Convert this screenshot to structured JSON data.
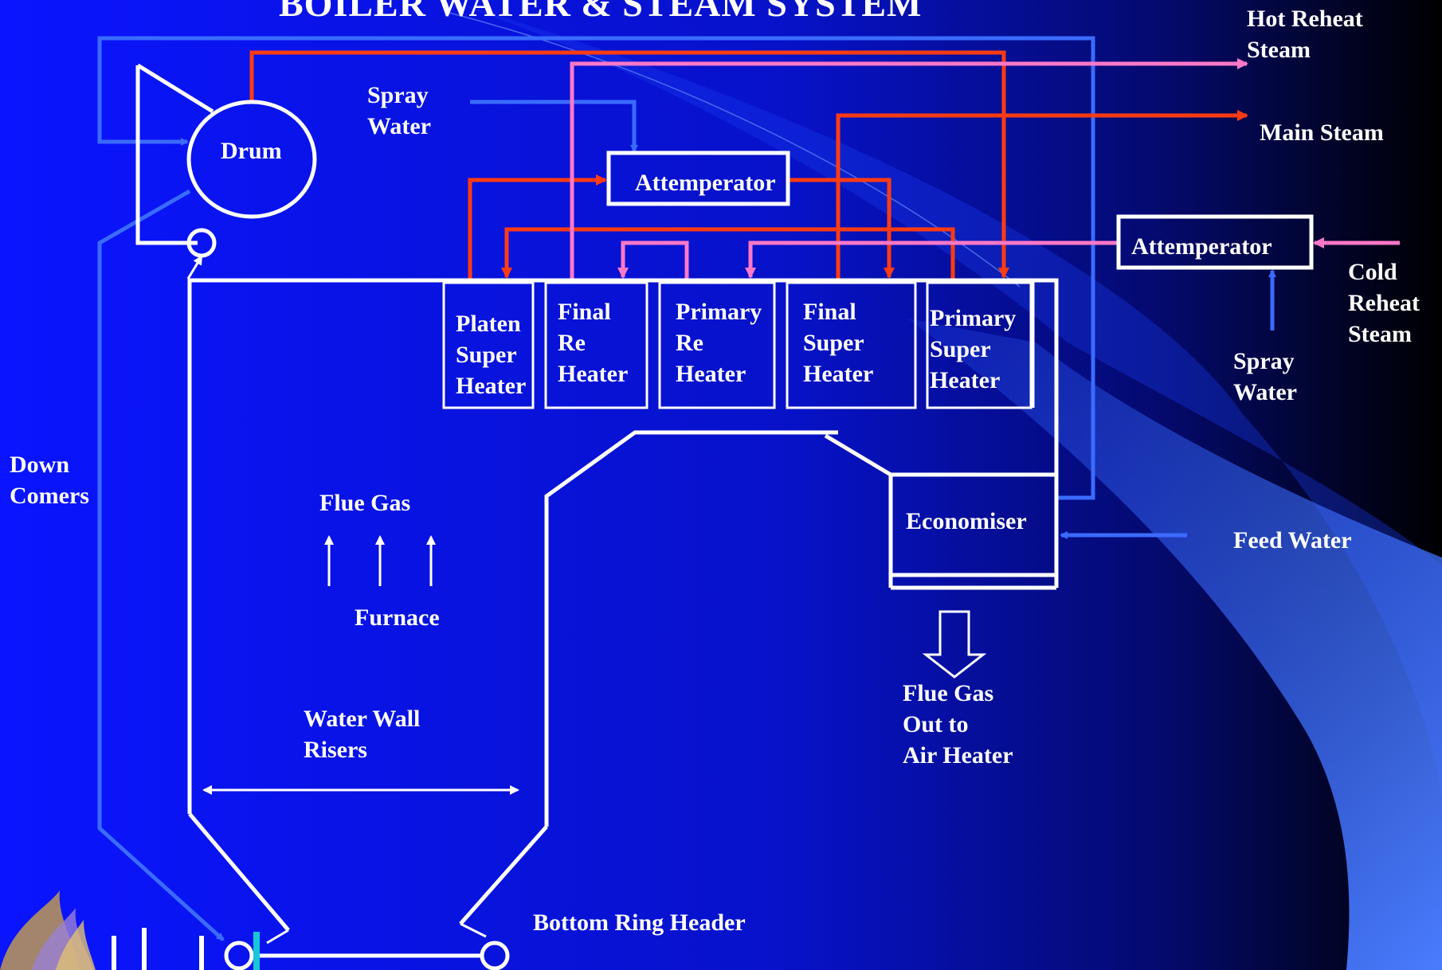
{
  "title": "BOILER WATER & STEAM SYSTEM",
  "colors": {
    "background_left": "#0a14ff",
    "background_right": "#000000",
    "water_line": "#3a6bff",
    "steam_line": "#ff3b12",
    "reheat_line": "#ff78c8",
    "outline": "#ffffff"
  },
  "labels": {
    "hot_reheat_steam": "Hot Reheat\nSteam",
    "main_steam": "Main Steam",
    "spray_water_top": "Spray\nWater",
    "drum": "Drum",
    "attemperator_main": "Attemperator",
    "attemperator_reheat": "Attemperator",
    "cold_reheat_steam": "Cold\nReheat\nSteam",
    "spray_water_right": "Spray\nWater",
    "platen_super_heater": "Platen\nSuper\nHeater",
    "final_re_heater": "Final\nRe\nHeater",
    "primary_re_heater": "Primary\nRe\nHeater",
    "final_super_heater": "Final\nSuper\nHeater",
    "primary_super_heater": "Primary\nSuper\nHeater",
    "down_comers": "Down\nComers",
    "flue_gas": "Flue Gas",
    "furnace": "Furnace",
    "economiser": "Economiser",
    "feed_water": "Feed Water",
    "flue_gas_out": "Flue Gas\nOut to\nAir Heater",
    "water_wall_risers": "Water Wall\nRisers",
    "bottom_ring_header": "Bottom Ring Header"
  },
  "icons": [
    "logo-flame-icon"
  ]
}
